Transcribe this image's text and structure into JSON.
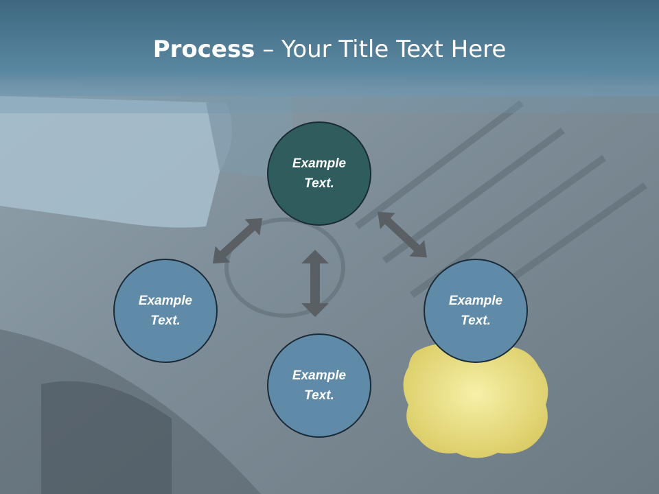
{
  "slide": {
    "title_bold": "Process",
    "title_rest": " – Your Title Text Here"
  },
  "nodes": {
    "top": "Example Text.",
    "left": "Example Text.",
    "right": "Example Text.",
    "bottom": "Example Text."
  },
  "colors": {
    "header": "#4f7c95",
    "node_top": "#2f5c5c",
    "node_other": "#5f8ba8",
    "arrow": "#5a5f63"
  }
}
